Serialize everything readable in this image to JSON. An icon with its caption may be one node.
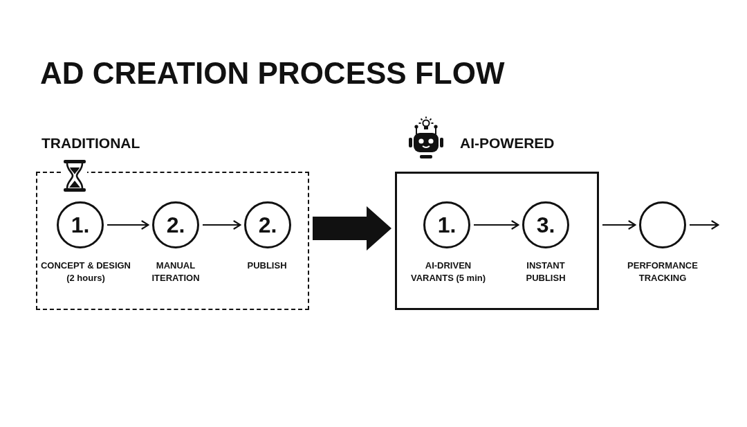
{
  "diagram": {
    "title": "AD CREATION PROCESS FLOW",
    "nodes": [
      {
        "text": [
          "TRADITIONAL"
        ]
      },
      {
        "text": [
          "1."
        ],
        "in": 0,
        "beside": [
          "CONCEPT & DESIGN (2 hours)"
        ]
      },
      {
        "text": [
          "2."
        ],
        "in": 0,
        "beside": [
          "MANUAL ITERATION"
        ]
      },
      {
        "text": [
          "2."
        ],
        "in": 0,
        "beside": [
          "PUBLISH"
        ]
      },
      {
        "text": [
          "AI-POWERED"
        ]
      },
      {
        "text": [
          "1."
        ],
        "in": 4,
        "beside": [
          "AI-DRIVEN VARANTS (5 min)"
        ]
      },
      {
        "text": [
          "3."
        ],
        "in": 4,
        "beside": [
          "INSTANT PUBLISH"
        ]
      },
      {
        "text": [],
        "shape": "circle",
        "beside": [
          "PERFORMANCE TRACKING"
        ]
      }
    ],
    "edges": [
      {
        "from": 1,
        "to": 2,
        "arrow": "to"
      },
      {
        "from": 2,
        "to": 3,
        "arrow": "to"
      },
      {
        "from": 0,
        "to": 4,
        "arrow": "to",
        "style": "thick"
      },
      {
        "from": 5,
        "to": 6,
        "arrow": "to"
      },
      {
        "from": 4,
        "to": 7,
        "arrow": "to"
      },
      {
        "from": 7,
        "to": null,
        "arrow": "to"
      }
    ]
  }
}
